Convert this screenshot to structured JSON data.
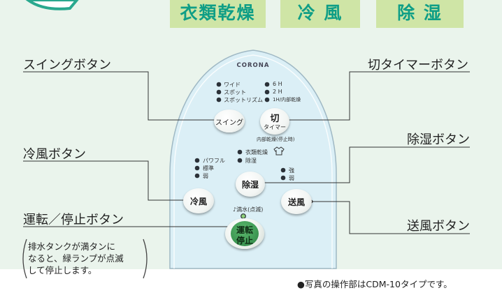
{
  "mode_tabs": [
    "衣類乾燥",
    "冷 風",
    "除 湿"
  ],
  "brand": "CORONA",
  "callouts": {
    "swing": "スイングボタン",
    "timer": "切タイマーボタン",
    "cool": "冷風ボタン",
    "dehumid": "除湿ボタン",
    "run": "運転／停止ボタン",
    "fan": "送風ボタン"
  },
  "note_lines": [
    "排水タンクが満タンに",
    "なると、緑ランプが点滅",
    "して停止します。"
  ],
  "caption": "●写真の操作部はCDM-10タイプです。",
  "panel": {
    "swing_modes": [
      "ワイド",
      "スポット",
      "スポットリズム"
    ],
    "timer_modes": [
      "6 H",
      "2 H",
      "1H/内部乾燥"
    ],
    "power_levels": [
      "パワフル",
      "標準",
      "弱"
    ],
    "dry_modes": [
      "衣類乾燥",
      "除湿"
    ],
    "fan_levels": [
      "強",
      "弱"
    ],
    "water_full": "♪満水(点滅)",
    "timer_sub": "内部乾燥(停止時)",
    "buttons": {
      "swing": "スイング",
      "timer_top": "切",
      "timer_bottom": "タイマー",
      "cool": "冷風",
      "dehumid": "除湿",
      "fan": "送風",
      "run_top": "運転",
      "run_bottom": "停止"
    }
  },
  "colors": {
    "mode_tab_bg": "#cfe5a6",
    "mode_tab_text": "#0f9e86",
    "panel_fill": "#dbeff6",
    "run_button": "#3f9a55",
    "lamp": "#2b3138",
    "run_lamp": "#8fd07a"
  }
}
